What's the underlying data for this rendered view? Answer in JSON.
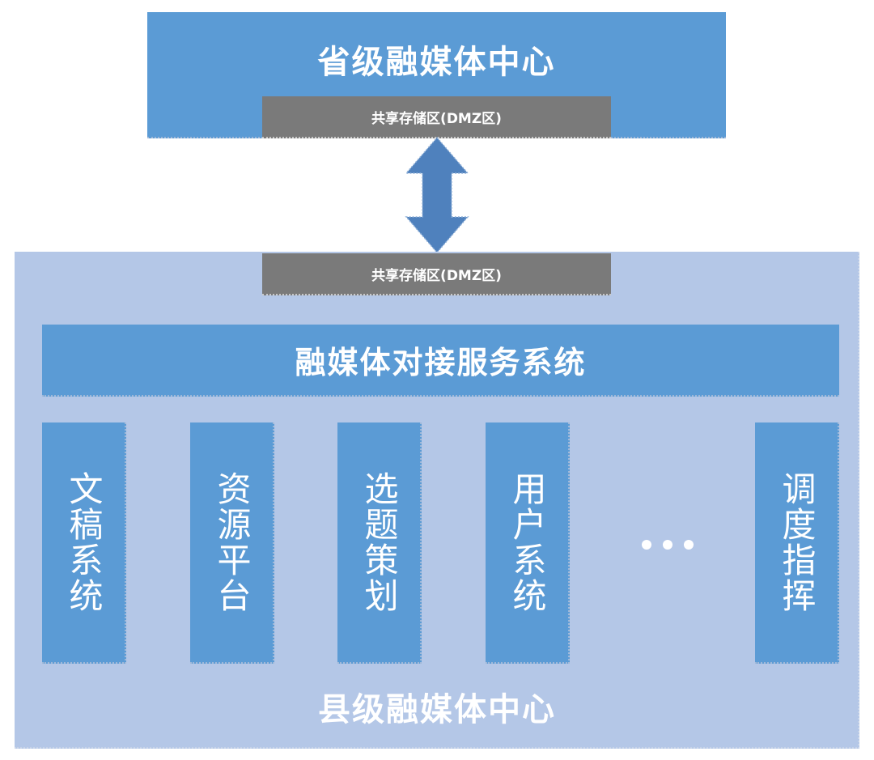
{
  "province": {
    "title": "省级融媒体中心",
    "dmz_label": "共享存储区(DMZ区)"
  },
  "county": {
    "title": "县级融媒体中心",
    "dmz_label": "共享存储区(DMZ区)",
    "service_label": "融媒体对接服务系统",
    "systems": [
      {
        "label": "文稿系统"
      },
      {
        "label": "资源平台"
      },
      {
        "label": "选题策划"
      },
      {
        "label": "用户系统"
      },
      {
        "label": "调度指挥"
      }
    ]
  },
  "colors": {
    "block_blue": "#5b9bd5",
    "county_bg": "#b4c7e7",
    "dmz_gray": "#7a7a7a",
    "arrow_blue": "#4f81bd"
  },
  "icons": {
    "connector": "double-arrow-icon",
    "more": "ellipsis-icon"
  }
}
